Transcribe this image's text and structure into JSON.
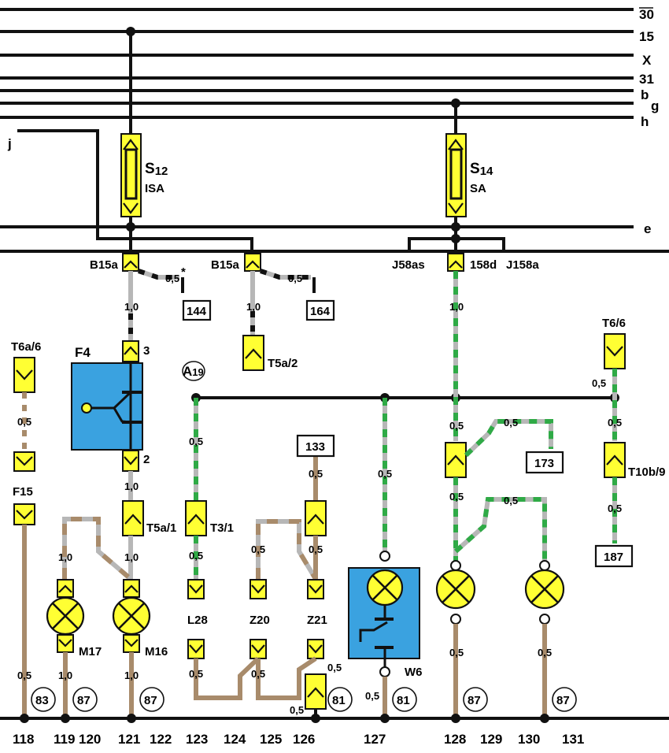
{
  "bus_lines": [
    {
      "id": "30",
      "label": "30"
    },
    {
      "id": "15",
      "label": "15"
    },
    {
      "id": "x",
      "label": "X"
    },
    {
      "id": "31",
      "label": "31"
    },
    {
      "id": "b",
      "label": "b"
    },
    {
      "id": "g",
      "label": "g"
    },
    {
      "id": "h",
      "label": "h"
    },
    {
      "id": "e",
      "label": "e"
    },
    {
      "id": "j",
      "label": "j"
    }
  ],
  "fuses": [
    {
      "id": "s12",
      "name": "S12",
      "name_main": "S",
      "name_sub": "12",
      "sub": "ISA"
    },
    {
      "id": "s14",
      "name": "S14",
      "name_main": "S",
      "name_sub": "14",
      "sub": "SA"
    }
  ],
  "connectors": {
    "b15a_left": "B15a",
    "b15a_right": "B15a",
    "j58as": "J58as",
    "c158d": "158d",
    "j158a": "J158a",
    "t6a6": "T6a/6",
    "f15": "F15",
    "t5a1": "T5a/1",
    "t5a2": "T5a/2",
    "t3_1": "T3/1",
    "l28": "L28",
    "z20": "Z20",
    "z21": "Z21",
    "m17": "M17",
    "m16": "M16",
    "t6_6": "T6/6",
    "t10b9": "T10b/9",
    "w6": "W6",
    "a19_main": "A",
    "a19_sub": "19",
    "f4": "F4",
    "f4_pin3": "3",
    "f4_pin2": "2",
    "star": "*"
  },
  "ref_boxes": [
    "144",
    "164",
    "133",
    "173",
    "187"
  ],
  "wire_sizes": {
    "s_1_0": "1,0",
    "s_0_5": "0,5"
  },
  "ground_refs": [
    "83",
    "87",
    "87",
    "81",
    "81",
    "87",
    "87"
  ],
  "bottom_numbers": [
    "118",
    "119",
    "120",
    "121",
    "122",
    "123",
    "124",
    "125",
    "126",
    "127",
    "128",
    "129",
    "130",
    "131"
  ],
  "colors": {
    "wire_black": "#111111",
    "wire_brown": "#a88b6b",
    "wire_grey": "#b7b7b7",
    "wire_green": "#2faa46",
    "connector_yellow": "#ffff33",
    "relay_blue": "#3aa2e0"
  }
}
